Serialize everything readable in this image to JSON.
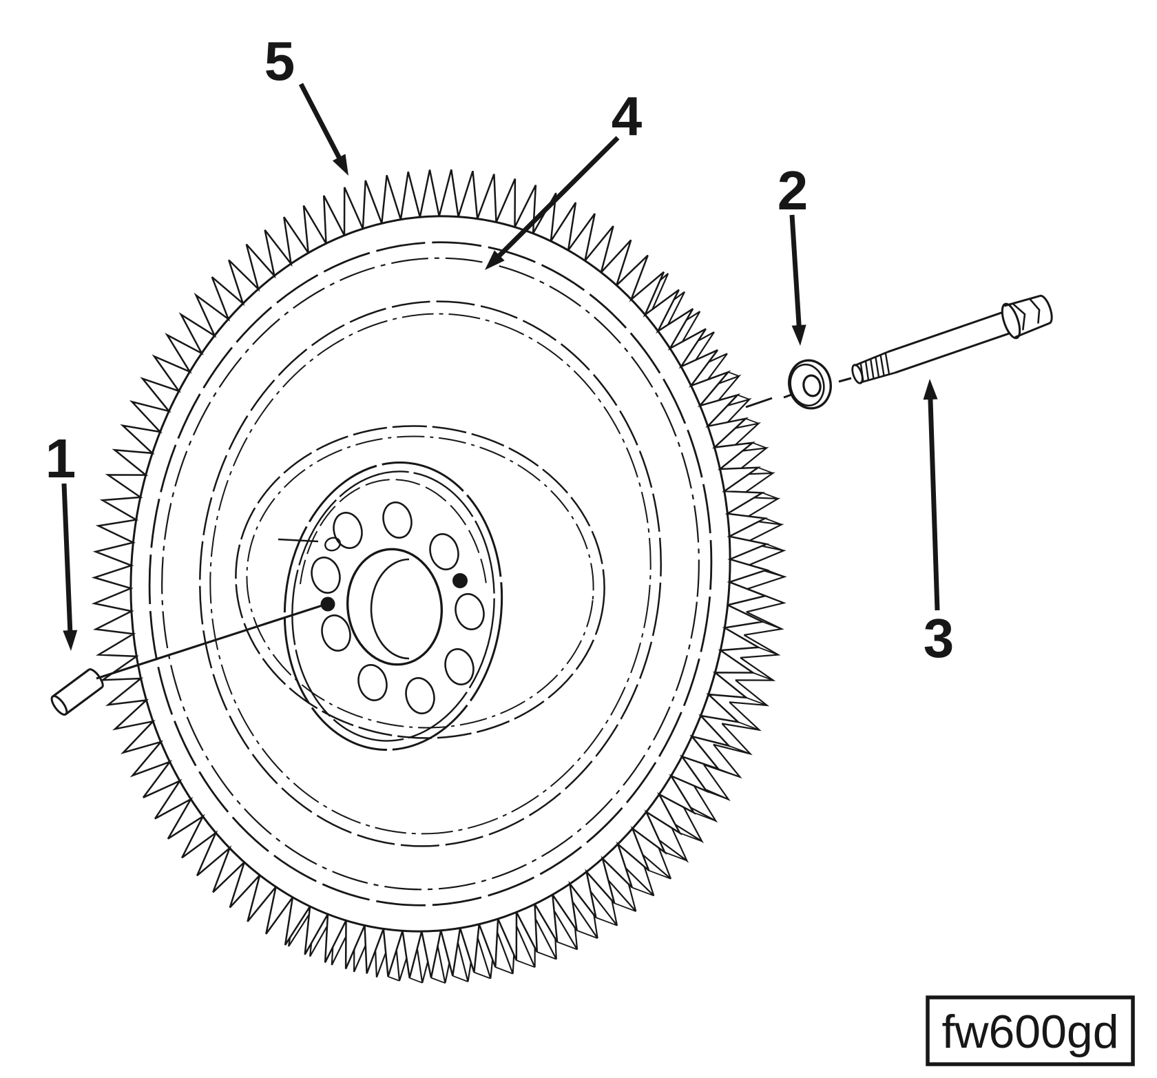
{
  "figure": {
    "code": "fw600gd"
  },
  "callouts": [
    {
      "number": "1"
    },
    {
      "number": "2"
    },
    {
      "number": "3"
    },
    {
      "number": "4"
    },
    {
      "number": "5"
    }
  ],
  "colors": {
    "ink": "#171717",
    "background": "#ffffff"
  }
}
